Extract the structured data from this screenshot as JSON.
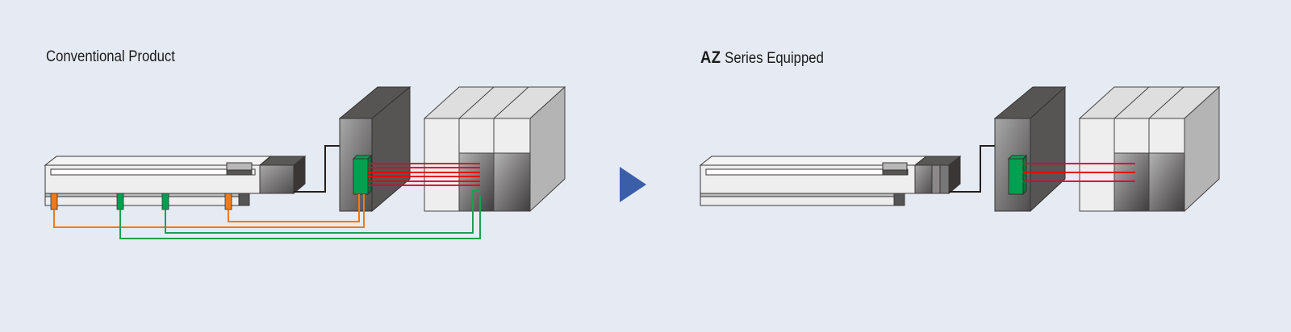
{
  "left_panel": {
    "title": "Conventional Product",
    "signal_lines": 6
  },
  "right_panel": {
    "title_brand": "AZ",
    "title_rest": " Series Equipped",
    "signal_lines": 3
  },
  "colors": {
    "background": "#e6ebf3",
    "signal": "#e60012",
    "sensor_orange": "#ee7a1c",
    "sensor_green": "#00a050",
    "arrow": "#3a5fa8"
  },
  "icons": {
    "arrow": "play-triangle-icon"
  }
}
